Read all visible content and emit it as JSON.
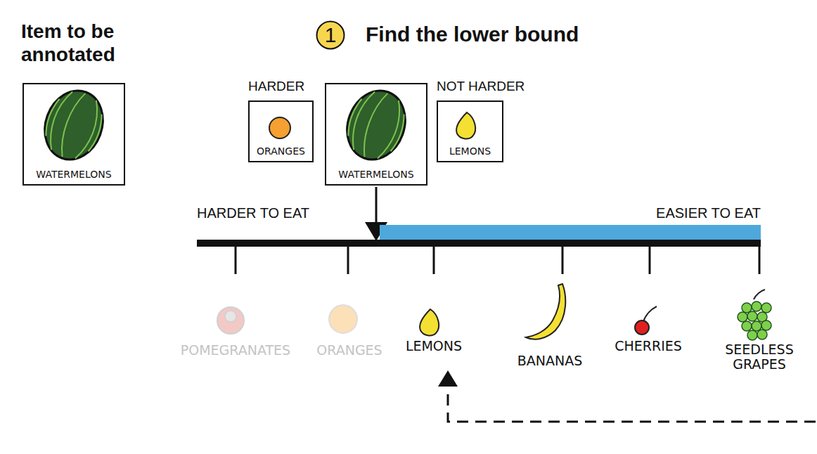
{
  "diagram": {
    "title": "Find the lower bound",
    "nodes": [
      {
        "text": [
          "Item to be annotated",
          "WATERMELONS"
        ]
      },
      {
        "text": [
          "1"
        ]
      },
      {
        "text": [
          "HARDER",
          "ORANGES"
        ]
      },
      {
        "text": [
          "WATERMELONS"
        ]
      },
      {
        "text": [
          "NOT HARDER",
          "LEMONS"
        ]
      }
    ],
    "labels": [
      "HARDER TO EAT",
      "EASIER TO EAT",
      "POMEGRANATES",
      "ORANGES",
      "LEMONS",
      "BANANAS",
      "CHERRIES",
      "SEEDLESS GRAPES"
    ]
  }
}
